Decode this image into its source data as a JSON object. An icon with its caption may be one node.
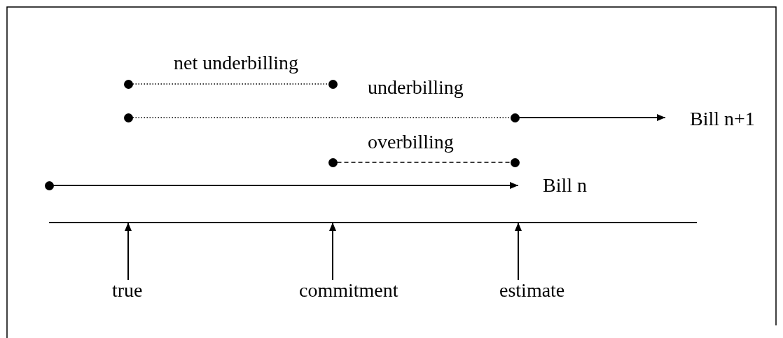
{
  "diagram": {
    "nodes": [
      {
        "text": [],
        "shape": "circle"
      },
      {
        "text": [],
        "shape": "circle"
      },
      {
        "text": [],
        "shape": "circle"
      },
      {
        "text": [],
        "shape": "circle"
      },
      {
        "text": [
          "Bill n+1"
        ]
      },
      {
        "text": [],
        "shape": "circle"
      },
      {
        "text": [],
        "shape": "circle"
      },
      {
        "text": [],
        "shape": "circle"
      },
      {
        "text": [
          "Bill n"
        ]
      },
      {
        "text": [
          "true"
        ]
      },
      {
        "text": [
          "commitment"
        ]
      },
      {
        "text": [
          "estimate"
        ]
      }
    ],
    "edges": [
      {
        "from": 0,
        "to": 1,
        "arrow": "none",
        "style": "dashed",
        "label": "net underbilling"
      },
      {
        "from": 2,
        "to": 3,
        "arrow": "none",
        "style": "dashed",
        "label": "underbilling"
      },
      {
        "from": 3,
        "to": 4,
        "arrow": "to"
      },
      {
        "from": 5,
        "to": 6,
        "arrow": "none",
        "style": "dashed",
        "label": "overbilling"
      },
      {
        "from": 7,
        "to": 8,
        "arrow": "to"
      },
      {
        "from": 9,
        "to": null,
        "arrow": "to"
      },
      {
        "from": 10,
        "to": null,
        "arrow": "to"
      },
      {
        "from": 11,
        "to": null,
        "arrow": "to"
      }
    ]
  }
}
